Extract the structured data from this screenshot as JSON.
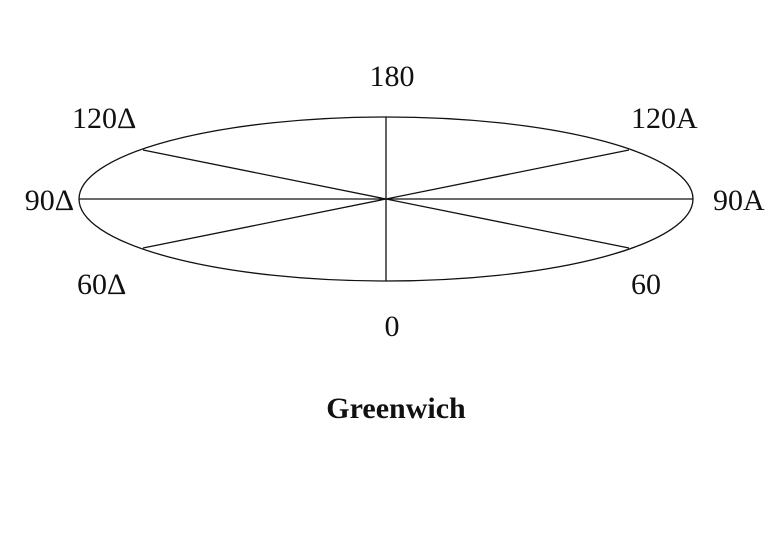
{
  "diagram": {
    "labels": {
      "top": "180",
      "bottom": "0",
      "left": "90Δ",
      "right": "90A",
      "upper_left": "120Δ",
      "upper_right": "120A",
      "lower_left": "60Δ",
      "lower_right": "60"
    },
    "caption": "Greenwich",
    "colors": {
      "ink": "#111111",
      "background": "#ffffff"
    }
  }
}
